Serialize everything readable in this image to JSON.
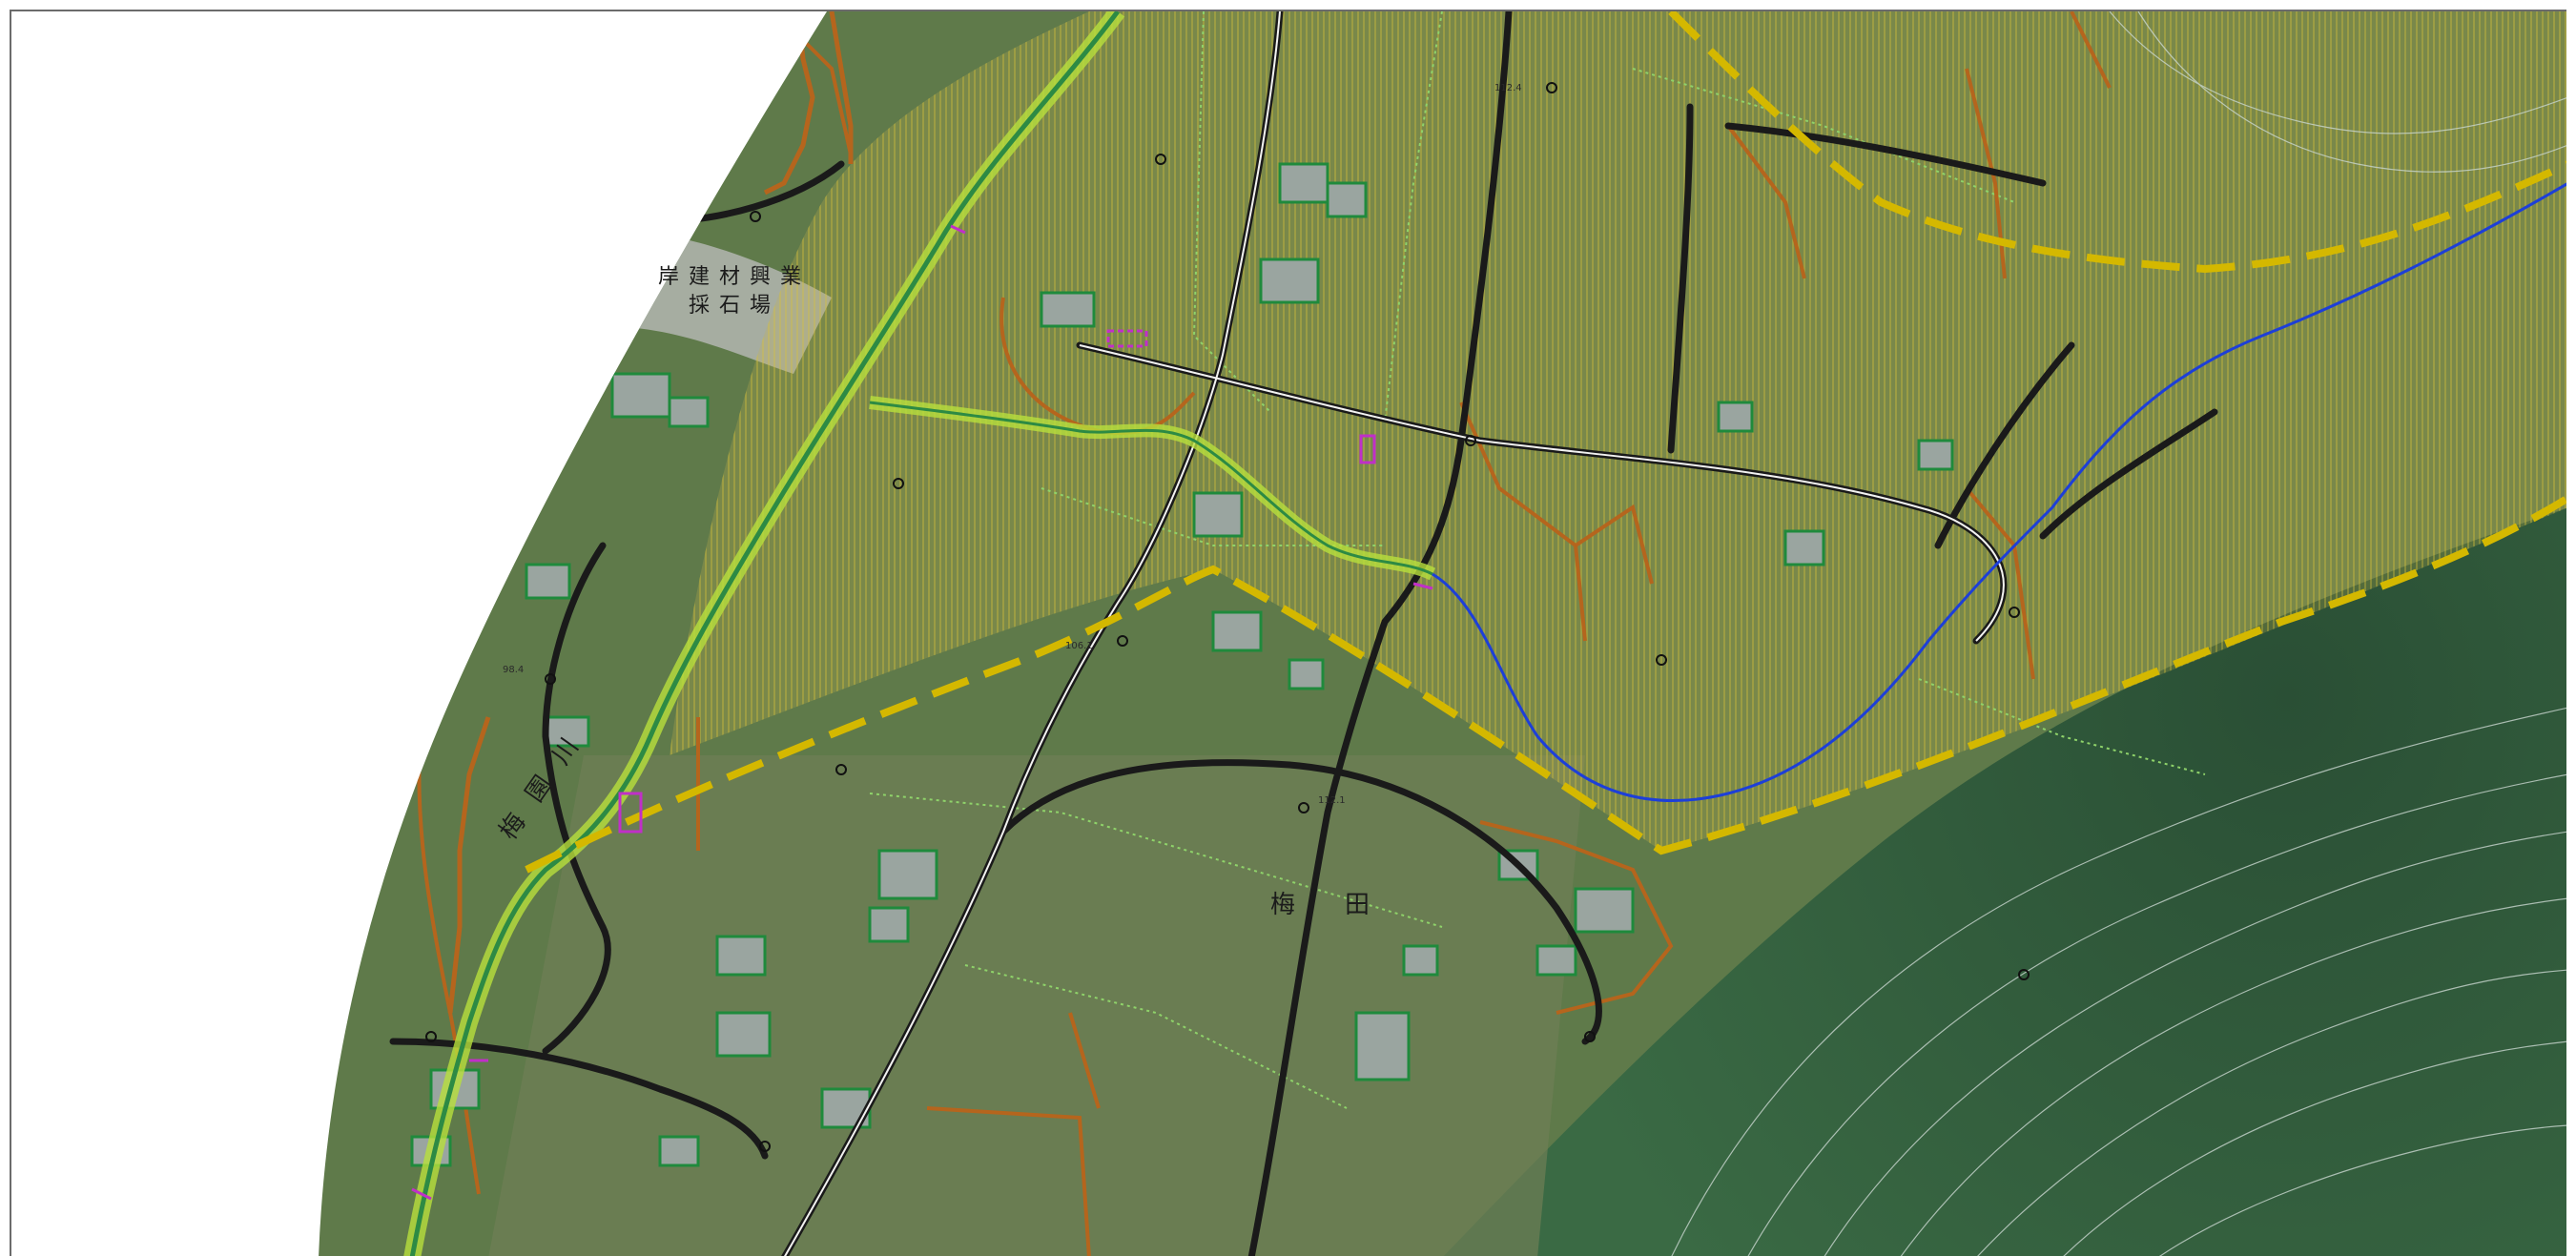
{
  "map": {
    "labels": {
      "quarry_line1": "岸建材興業",
      "quarry_line2": "採石場",
      "district": "梅　　田",
      "river": "梅園川"
    },
    "spot_heights": [
      "112.4",
      "106.1",
      "98.4",
      "112.1"
    ],
    "legend_colors": {
      "ortho_forest": "#2f5a3a",
      "ortho_field": "#7d7350",
      "hatch_zone": "#d8c23a",
      "boundary_dashed": "#d4b800",
      "parcel_orange": "#b5651d",
      "parcel_green_dotted": "#8fd36a",
      "road_black": "#1a1a1a",
      "river_green": "#b8e03c",
      "stream_blue": "#1d3fd8",
      "contour": "#c9d6cf",
      "building_green": "#1f8a3c"
    }
  }
}
